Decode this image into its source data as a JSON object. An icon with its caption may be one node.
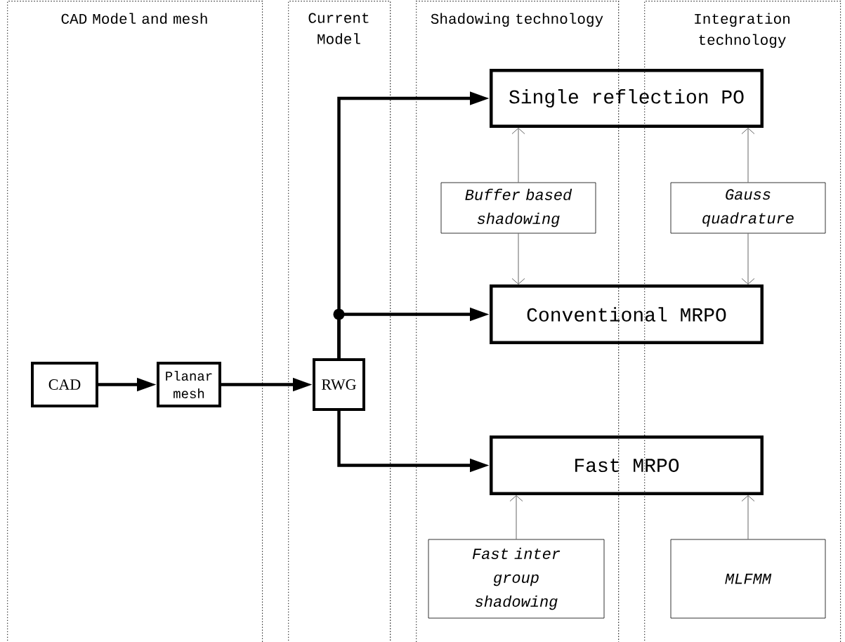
{
  "diagram": {
    "nodes": [
      {
        "text": [
          "CAD Model and mesh"
        ]
      },
      {
        "text": [
          "Current Model"
        ]
      },
      {
        "text": [
          "Shadowing technology"
        ]
      },
      {
        "text": [
          "Integration technology"
        ]
      },
      {
        "text": [
          "CAD"
        ],
        "in": 0
      },
      {
        "text": [
          "Planar mesh"
        ],
        "in": 0
      },
      {
        "text": [
          "RWG"
        ],
        "in": 1
      },
      {
        "text": [
          "Single reflection PO"
        ]
      },
      {
        "text": [
          "Conventional MRPO"
        ]
      },
      {
        "text": [
          "Fast MRPO"
        ]
      },
      {
        "text": [
          "Buffer based shadowing"
        ],
        "in": 2
      },
      {
        "text": [
          "Gauss quadrature"
        ],
        "in": 3
      },
      {
        "text": [
          "Fast inter group shadowing"
        ],
        "in": 2
      },
      {
        "text": [
          "MLFMM"
        ],
        "in": 3
      }
    ],
    "edges": [
      {
        "from": 4,
        "to": 5,
        "arrow": "to",
        "style": "thick"
      },
      {
        "from": 5,
        "to": 6,
        "arrow": "to",
        "style": "thick"
      },
      {
        "from": 6,
        "to": 7,
        "arrow": "to",
        "style": "thick"
      },
      {
        "from": 6,
        "to": 8,
        "arrow": "to",
        "style": "thick"
      },
      {
        "from": 6,
        "to": 9,
        "arrow": "to",
        "style": "thick"
      },
      {
        "from": 10,
        "to": 7,
        "arrow": "to"
      },
      {
        "from": 10,
        "to": 8,
        "arrow": "to"
      },
      {
        "from": 11,
        "to": 7,
        "arrow": "to"
      },
      {
        "from": 11,
        "to": 8,
        "arrow": "to"
      },
      {
        "from": 12,
        "to": 9,
        "arrow": "to"
      },
      {
        "from": 13,
        "to": 9,
        "arrow": "to"
      }
    ]
  }
}
